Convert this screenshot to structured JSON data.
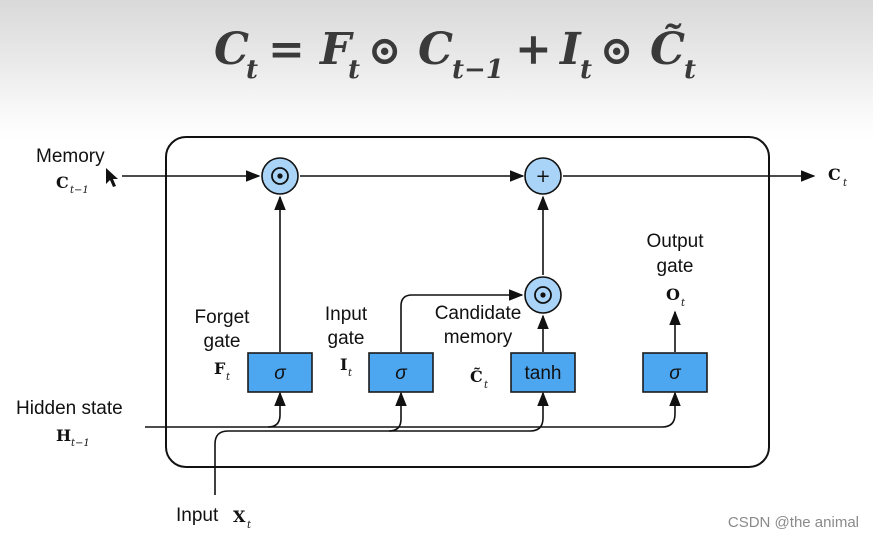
{
  "formula": {
    "C": "C",
    "t": "t",
    "eq": "=",
    "F": "F",
    "odot": "⊙",
    "tm1": "t−1",
    "plus": "+",
    "I": "I",
    "Ctilde": "C̃"
  },
  "memory_input": {
    "label": "Memory",
    "symbol": "C",
    "sub": "t−1"
  },
  "memory_output": {
    "symbol": "C",
    "sub": "t"
  },
  "hidden_input": {
    "label": "Hidden state",
    "symbol": "H",
    "sub": "t−1"
  },
  "x_input": {
    "label": "Input",
    "symbol": "X",
    "sub": "t"
  },
  "ops": {
    "multiply": "⊙",
    "add": "+"
  },
  "gates": {
    "forget": {
      "line1": "Forget",
      "line2": "gate",
      "symbol": "F",
      "sub": "t",
      "fn": "σ"
    },
    "input": {
      "line1": "Input",
      "line2": "gate",
      "symbol": "I",
      "sub": "t",
      "fn": "σ"
    },
    "candidate": {
      "line1": "Candidate",
      "line2": "memory",
      "symbol": "C̃",
      "sub": "t",
      "fn": "tanh"
    },
    "output": {
      "line1": "Output",
      "line2": "gate",
      "symbol": "O",
      "sub": "t",
      "fn": "σ"
    }
  },
  "colors": {
    "gate_fill": "#4da6f0",
    "gate_stroke": "#1b1b1b",
    "op_fill": "#a9d4f7",
    "formula": "#3a3a3a"
  },
  "watermark": "CSDN @the animal"
}
